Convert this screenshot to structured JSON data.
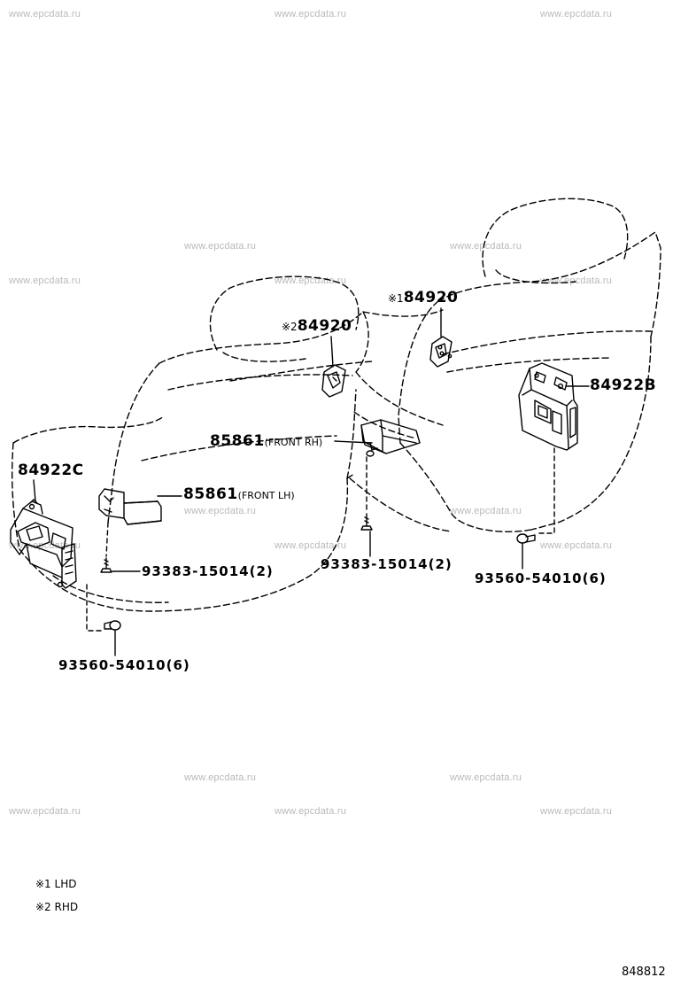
{
  "watermark": "www.epcdata.ru",
  "callouts": {
    "p84922C": "84922C",
    "p84922B": "84922B",
    "p85861_lh": "85861",
    "p85861_lh_suffix": "(FRONT LH)",
    "p85861_rh": "85861",
    "p85861_rh_suffix": "(FRONT RH)",
    "p84920_1_mark": "※1",
    "p84920_1": "84920",
    "p84920_2_mark": "※2",
    "p84920_2": "84920",
    "p93383_left": "93383-15014(2)",
    "p93383_mid": "93383-15014(2)",
    "p93560_right": "93560-54010(6)",
    "p93560_left": "93560-54010(6)"
  },
  "notes": {
    "n1": "※1 LHD",
    "n2": "※2 RHD"
  },
  "illustration_code": "848812",
  "colors": {
    "line": "#000000",
    "watermark": "#b9b9b9",
    "background": "#ffffff"
  }
}
